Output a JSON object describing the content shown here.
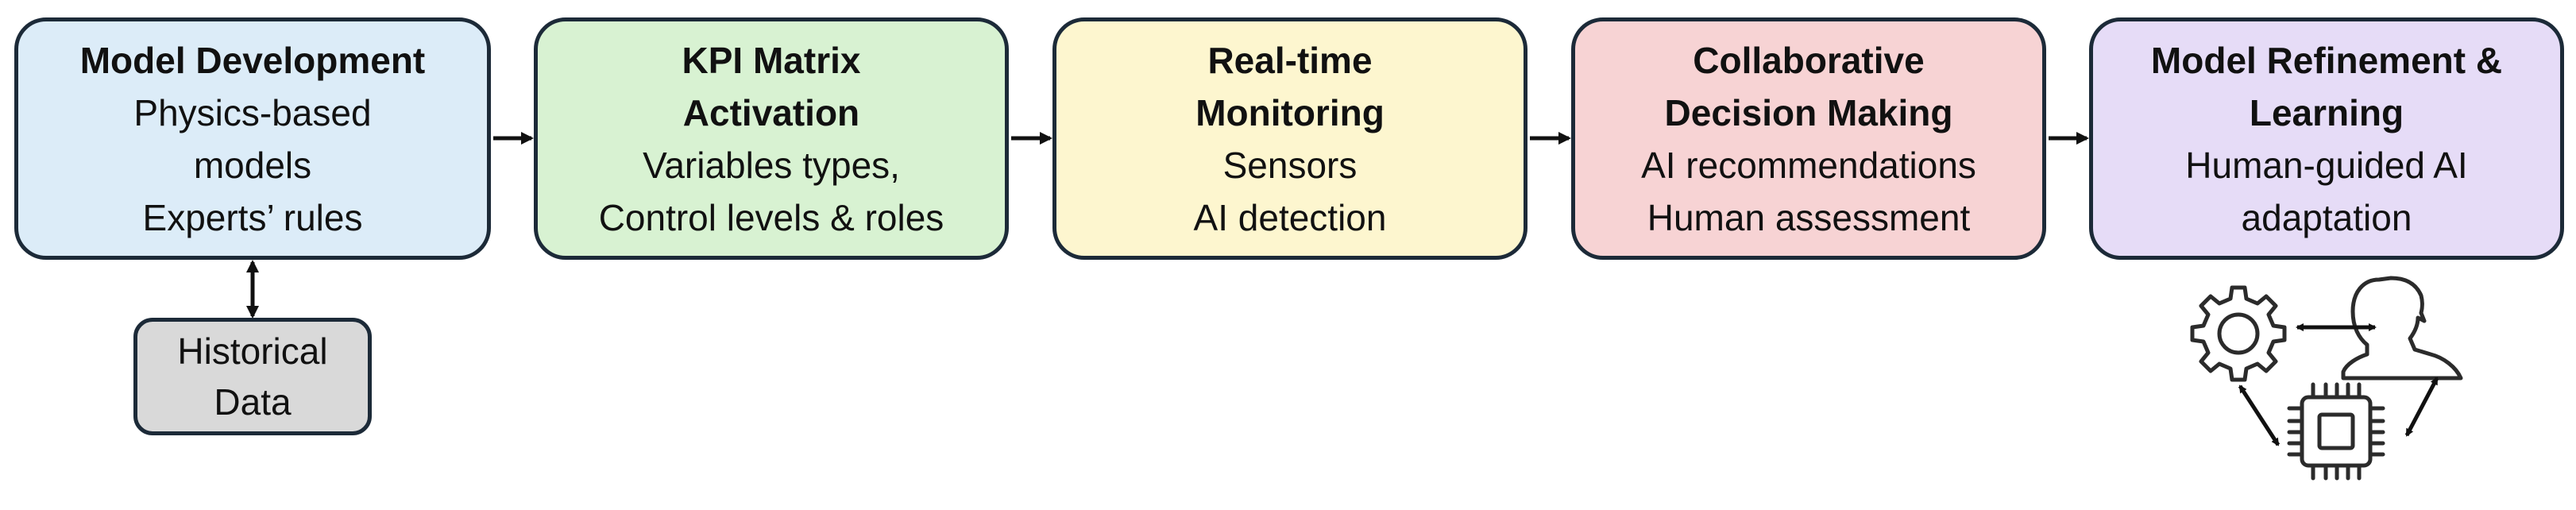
{
  "colors": {
    "border": "#1c2a38",
    "step_fills": [
      "#dcecf8",
      "#d8f2d2",
      "#fdf6cf",
      "#f7d3d4",
      "#e6dcf7"
    ],
    "historical_fill": "#d9d9d9",
    "icon_stroke": "#2b2b2b"
  },
  "steps": [
    {
      "title_lines": [
        "Model Development"
      ],
      "detail_lines": [
        "Physics-based",
        "models",
        "Experts’ rules"
      ]
    },
    {
      "title_lines": [
        "KPI Matrix",
        "Activation"
      ],
      "detail_lines": [
        "Variables types,",
        "Control levels & roles"
      ]
    },
    {
      "title_lines": [
        "Real-time",
        "Monitoring"
      ],
      "detail_lines": [
        "Sensors",
        "AI detection"
      ]
    },
    {
      "title_lines": [
        "Collaborative",
        "Decision Making"
      ],
      "detail_lines": [
        "AI recommendations",
        "Human assessment"
      ]
    },
    {
      "title_lines": [
        "Model Refinement &",
        "Learning"
      ],
      "detail_lines": [
        "Human-guided AI",
        "adaptation"
      ]
    }
  ],
  "historical": {
    "lines": [
      "Historical",
      "Data"
    ]
  },
  "icons": [
    "gear-icon",
    "human-head-icon",
    "ai-chip-icon"
  ]
}
